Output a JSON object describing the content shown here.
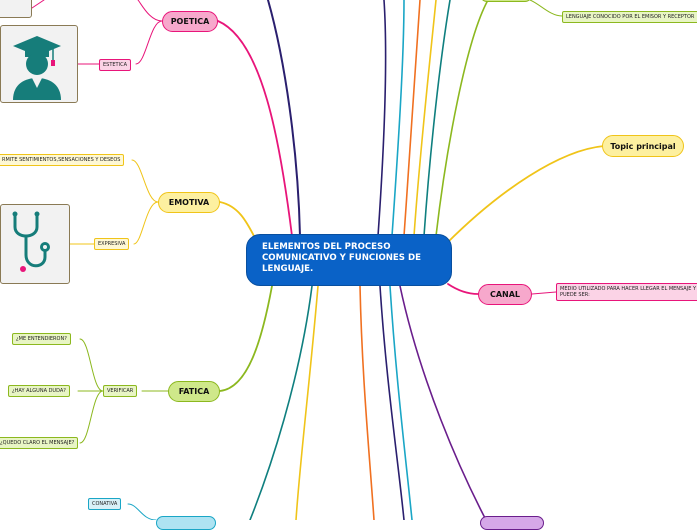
{
  "central": {
    "title": "ELEMENTOS DEL PROCESO COMUNICATIVO Y FUNCIONES DE LENGUAJE."
  },
  "branches": {
    "poetica": "POETICA",
    "emotiva": "EMOTIVA",
    "fatica": "FATICA",
    "canal": "CANAL",
    "topic": "Topic principal"
  },
  "leaves": {
    "estetica": "ESTETICA",
    "sentimientos": "RMITE SENTIMIENTOS,SENSACIONES Y DESEOS",
    "expresiva": "EXPRESIVA",
    "verificar": "VERIFICAR",
    "me_entendieron": "¿ME ENTENDIERON?",
    "alguna_duda": "¿HAY ALGUNA DUDA?",
    "quedo_claro": "¿QUEDO CLARO EL MENSAJE?",
    "conativa": "CONATIVA",
    "lenguaje": "LENGUAJE CONOCIDO POR EL EMISOR Y RECEPTOR",
    "canal_desc": "MEDIO UTILIZADO PARA HACER LLEGAR EL MENSAJE Y PUEDE SER:"
  },
  "colors": {
    "central": "#0a62c7",
    "pink": "#e8157a",
    "yellow": "#f0c419",
    "green": "#8cb81f",
    "navy": "#2a1f6e",
    "purple": "#6a1e8c",
    "orange": "#f07020",
    "cyan": "#1aa6c6",
    "teal": "#0f7f7f",
    "icon_teal": "#167d7a"
  },
  "icons": [
    "graduate-icon",
    "stethoscope-icon"
  ]
}
